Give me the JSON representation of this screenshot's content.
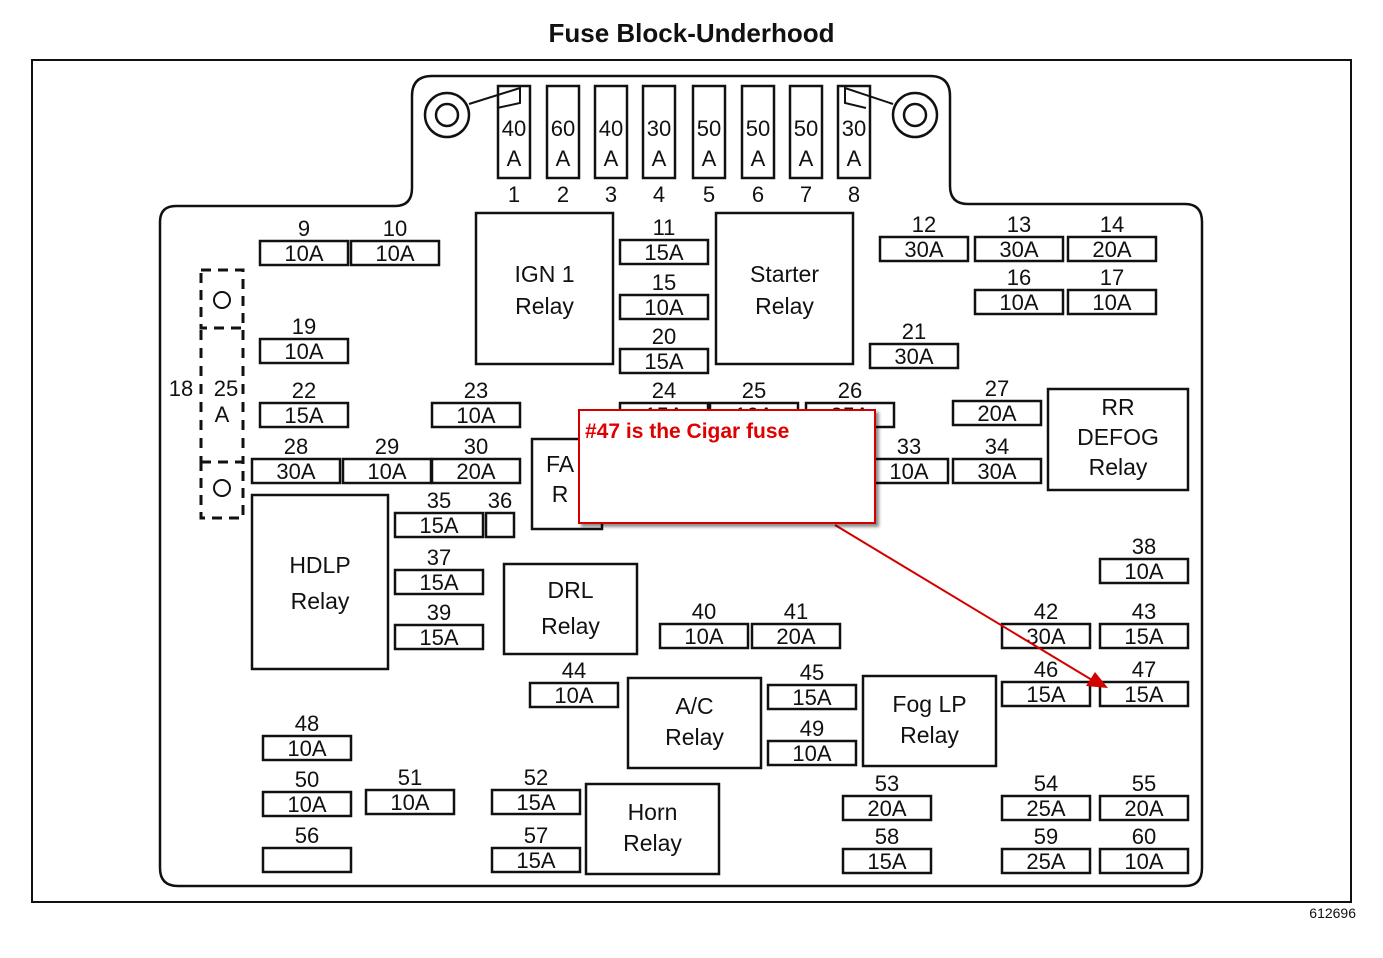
{
  "title": "Fuse Block-Underhood",
  "ref_number": "612696",
  "annotation": {
    "text": "#47 is the Cigar fuse",
    "color": "#e00000"
  },
  "maxi_fuses": [
    {
      "num": "1",
      "amps": "40",
      "unit": "A"
    },
    {
      "num": "2",
      "amps": "60",
      "unit": "A"
    },
    {
      "num": "3",
      "amps": "40",
      "unit": "A"
    },
    {
      "num": "4",
      "amps": "30",
      "unit": "A"
    },
    {
      "num": "5",
      "amps": "50",
      "unit": "A"
    },
    {
      "num": "6",
      "amps": "50",
      "unit": "A"
    },
    {
      "num": "7",
      "amps": "50",
      "unit": "A"
    },
    {
      "num": "8",
      "amps": "30",
      "unit": "A"
    }
  ],
  "side_fuse": {
    "num": "18",
    "amps": "25",
    "unit": "A"
  },
  "fuses": [
    {
      "num": "9",
      "rating": "10A"
    },
    {
      "num": "10",
      "rating": "10A"
    },
    {
      "num": "11",
      "rating": "15A"
    },
    {
      "num": "12",
      "rating": "30A"
    },
    {
      "num": "13",
      "rating": "30A"
    },
    {
      "num": "14",
      "rating": "20A"
    },
    {
      "num": "15",
      "rating": "10A"
    },
    {
      "num": "16",
      "rating": "10A"
    },
    {
      "num": "17",
      "rating": "10A"
    },
    {
      "num": "19",
      "rating": "10A"
    },
    {
      "num": "20",
      "rating": "15A"
    },
    {
      "num": "21",
      "rating": "30A"
    },
    {
      "num": "22",
      "rating": "15A"
    },
    {
      "num": "23",
      "rating": "10A"
    },
    {
      "num": "24",
      "rating": "15A"
    },
    {
      "num": "25",
      "rating": "10A"
    },
    {
      "num": "26",
      "rating": "25A"
    },
    {
      "num": "27",
      "rating": "20A"
    },
    {
      "num": "28",
      "rating": "30A"
    },
    {
      "num": "29",
      "rating": "10A"
    },
    {
      "num": "30",
      "rating": "20A"
    },
    {
      "num": "33",
      "rating": "10A"
    },
    {
      "num": "34",
      "rating": "30A"
    },
    {
      "num": "35",
      "rating": "15A"
    },
    {
      "num": "36",
      "rating": ""
    },
    {
      "num": "37",
      "rating": "15A"
    },
    {
      "num": "38",
      "rating": "10A"
    },
    {
      "num": "39",
      "rating": "15A"
    },
    {
      "num": "40",
      "rating": "10A"
    },
    {
      "num": "41",
      "rating": "20A"
    },
    {
      "num": "42",
      "rating": "30A"
    },
    {
      "num": "43",
      "rating": "15A"
    },
    {
      "num": "44",
      "rating": "10A"
    },
    {
      "num": "45",
      "rating": "15A"
    },
    {
      "num": "46",
      "rating": "15A"
    },
    {
      "num": "47",
      "rating": "15A"
    },
    {
      "num": "48",
      "rating": "10A"
    },
    {
      "num": "49",
      "rating": "10A"
    },
    {
      "num": "50",
      "rating": "10A"
    },
    {
      "num": "51",
      "rating": "10A"
    },
    {
      "num": "52",
      "rating": "15A"
    },
    {
      "num": "53",
      "rating": "20A"
    },
    {
      "num": "54",
      "rating": "25A"
    },
    {
      "num": "55",
      "rating": "20A"
    },
    {
      "num": "56",
      "rating": ""
    },
    {
      "num": "57",
      "rating": "15A"
    },
    {
      "num": "58",
      "rating": "15A"
    },
    {
      "num": "59",
      "rating": "25A"
    },
    {
      "num": "60",
      "rating": "10A"
    }
  ],
  "relays": [
    {
      "id": "ign1",
      "lines": [
        "IGN 1",
        "Relay"
      ]
    },
    {
      "id": "starter",
      "lines": [
        "Starter",
        "Relay"
      ]
    },
    {
      "id": "rr-defog",
      "lines": [
        "RR",
        "DEFOG",
        "Relay"
      ]
    },
    {
      "id": "fan",
      "lines": [
        "FA",
        "R"
      ]
    },
    {
      "id": "hdlp",
      "lines": [
        "HDLP",
        "Relay"
      ]
    },
    {
      "id": "drl",
      "lines": [
        "DRL",
        "Relay"
      ]
    },
    {
      "id": "ac",
      "lines": [
        "A/C",
        "Relay"
      ]
    },
    {
      "id": "foglp",
      "lines": [
        "Fog LP",
        "Relay"
      ]
    },
    {
      "id": "horn",
      "lines": [
        "Horn",
        "Relay"
      ]
    }
  ]
}
